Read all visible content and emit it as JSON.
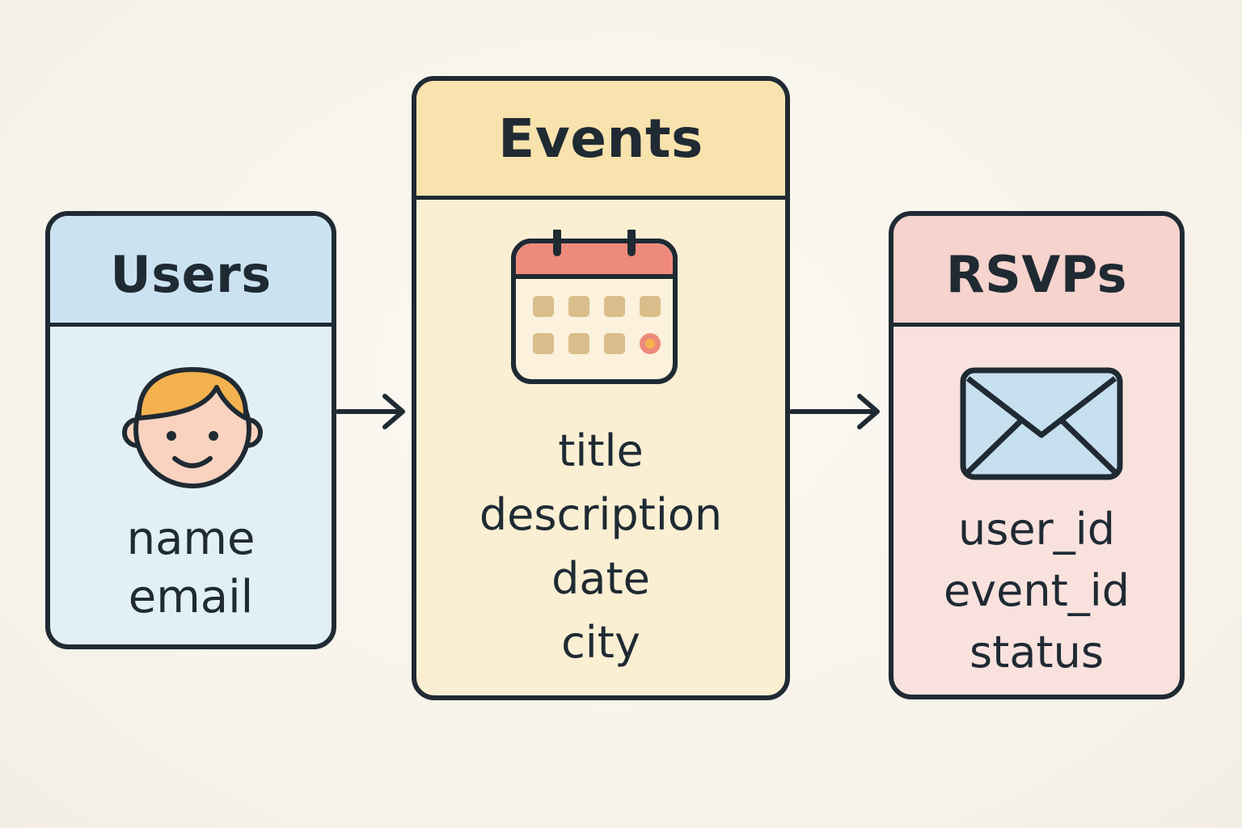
{
  "entities": [
    {
      "title": "Users",
      "icon": "user-face-icon",
      "fields": [
        "name",
        "email"
      ],
      "colors": {
        "header": "#cbe3f1",
        "body": "#e2eff7"
      }
    },
    {
      "title": "Events",
      "icon": "calendar-icon",
      "fields": [
        "title",
        "description",
        "date",
        "city"
      ],
      "colors": {
        "header": "#f8e2ad",
        "body": "#fbefd3"
      }
    },
    {
      "title": "RSVPs",
      "icon": "envelope-icon",
      "fields": [
        "user_id",
        "event_id",
        "status"
      ],
      "colors": {
        "header": "#f6d3cd",
        "body": "#f9e2de"
      }
    }
  ],
  "colors": {
    "outline": "#1f2a33"
  }
}
